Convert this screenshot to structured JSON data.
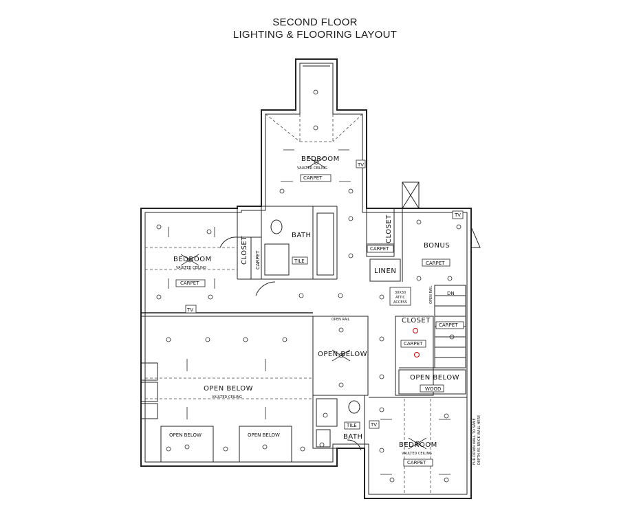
{
  "title": {
    "line1": "SECOND FLOOR",
    "line2": "LIGHTING & FLOORING LAYOUT"
  },
  "labels": {
    "bedroom": "BEDROOM",
    "carpet": "CARPET",
    "tile": "TILE",
    "wood": "WOOD",
    "bath": "BATH",
    "closet": "CLOSET",
    "linen": "LINEN",
    "bonus": "BONUS",
    "open_below": "OPEN BELOW",
    "open_rail": "OPEN RAIL",
    "vaulted_ceiling": "VAULTED CEILING",
    "tv": "TV",
    "dn": "DN",
    "attic_line1": "30X30",
    "attic_line2": "ATTIC",
    "attic_line3": "ACCESS",
    "furred_line1": "FUR DOWN WALL TO SAME",
    "furred_line2": "DEPTH AS BRICK WALL HERE"
  },
  "colors": {
    "line": "#222222",
    "accent": "#cc2222",
    "background": "#ffffff"
  }
}
